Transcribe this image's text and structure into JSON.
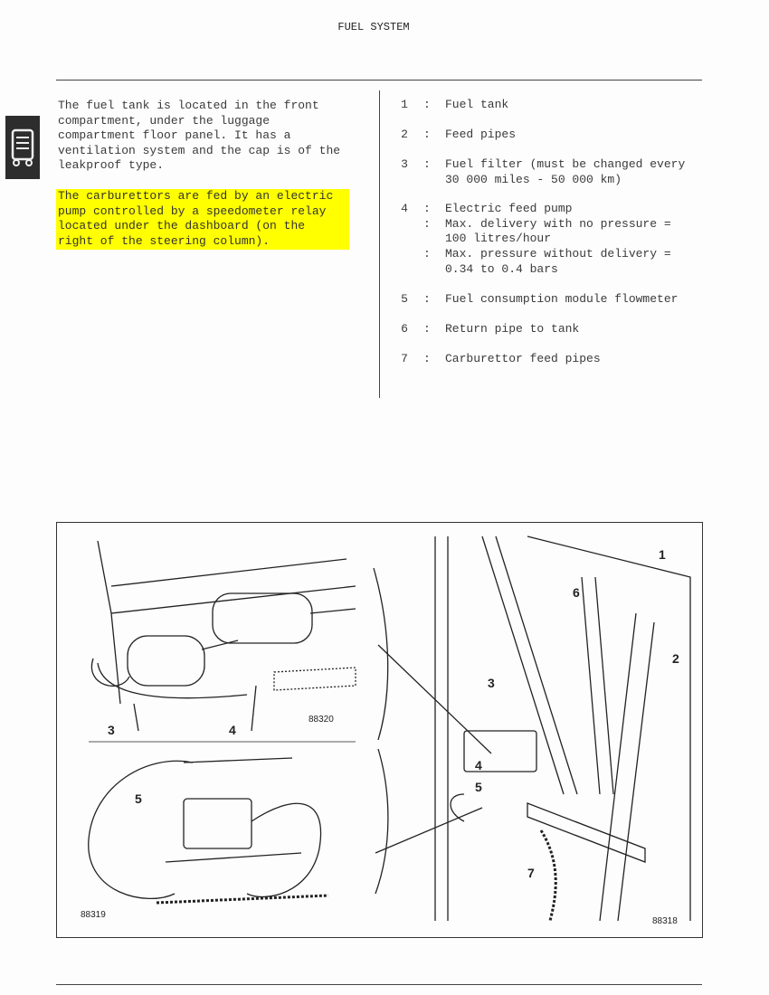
{
  "header": {
    "title": "FUEL SYSTEM"
  },
  "intro": {
    "paragraph_1": "The fuel tank is located in the front\ncompartment, under the luggage\ncompartment floor panel.  It has a\nventilation system and the cap is of the\nleakproof type.",
    "paragraph_2": "The carburettors are fed by an electric\npump controlled by a speedometer relay\nlocated under the dashboard (on the\nright of the steering column)."
  },
  "legend": [
    {
      "num": "1",
      "lines": [
        {
          "sep": ":",
          "text": "Fuel tank"
        }
      ]
    },
    {
      "num": "2",
      "lines": [
        {
          "sep": ":",
          "text": "Feed pipes"
        }
      ]
    },
    {
      "num": "3",
      "lines": [
        {
          "sep": ":",
          "text": "Fuel filter (must be changed every\n30 000 miles - 50 000 km)"
        }
      ]
    },
    {
      "num": "4",
      "lines": [
        {
          "sep": ":",
          "text": "Electric feed pump"
        },
        {
          "sep": ":",
          "text": "Max. delivery with no pressure =\n100 litres/hour"
        },
        {
          "sep": ":",
          "text": "Max. pressure without delivery =\n0.34 to 0.4 bars"
        }
      ]
    },
    {
      "num": "5",
      "lines": [
        {
          "sep": ":",
          "text": "Fuel consumption module flowmeter"
        }
      ]
    },
    {
      "num": "6",
      "lines": [
        {
          "sep": ":",
          "text": "Return pipe to tank"
        }
      ]
    },
    {
      "num": "7",
      "lines": [
        {
          "sep": ":",
          "text": "Carburettor feed pipes"
        }
      ]
    }
  ],
  "figure": {
    "top_left_ref": "88320",
    "bottom_left_ref": "88319",
    "right_ref": "88318",
    "callouts": {
      "c1": "1",
      "c2": "2",
      "c3": "3",
      "c4": "4",
      "c5": "5",
      "c6": "6",
      "c7": "7"
    }
  },
  "colors": {
    "highlight": "#ffff00",
    "ink": "#333333"
  }
}
